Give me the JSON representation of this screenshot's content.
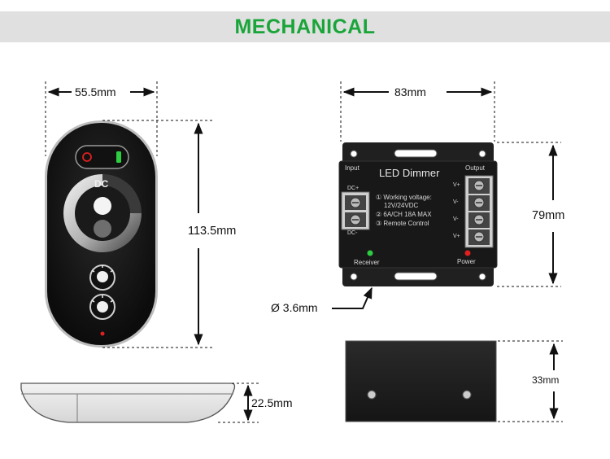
{
  "header": {
    "title": "MECHANICAL"
  },
  "remote": {
    "width_label": "55.5mm",
    "height_label": "113.5mm",
    "depth_label": "22.5mm",
    "dc_label": "DC"
  },
  "controller": {
    "width_label": "83mm",
    "height_label": "79mm",
    "depth_label": "33mm",
    "hole_label": "Ø 3.6mm",
    "panel": {
      "title": "LED Dimmer",
      "input_label": "Input",
      "output_label": "Output",
      "dc_plus": "DC+",
      "dc_minus": "DC-",
      "v_plus_top": "V+",
      "v_minus_1": "V-",
      "v_minus_2": "V-",
      "v_plus_bottom": "V+",
      "spec_1": "① Working voltage:",
      "spec_1b": "12V/24VDC",
      "spec_2": "② 6A/CH  18A MAX",
      "spec_3": "③ Remote Control",
      "receiver_label": "Receiver",
      "power_label": "Power"
    }
  },
  "colors": {
    "banner_bg": "#e0e0e0",
    "title_green": "#1aa53a",
    "device_black": "#1c1c1c",
    "led_green": "#2ecc40",
    "led_red": "#e02020"
  }
}
